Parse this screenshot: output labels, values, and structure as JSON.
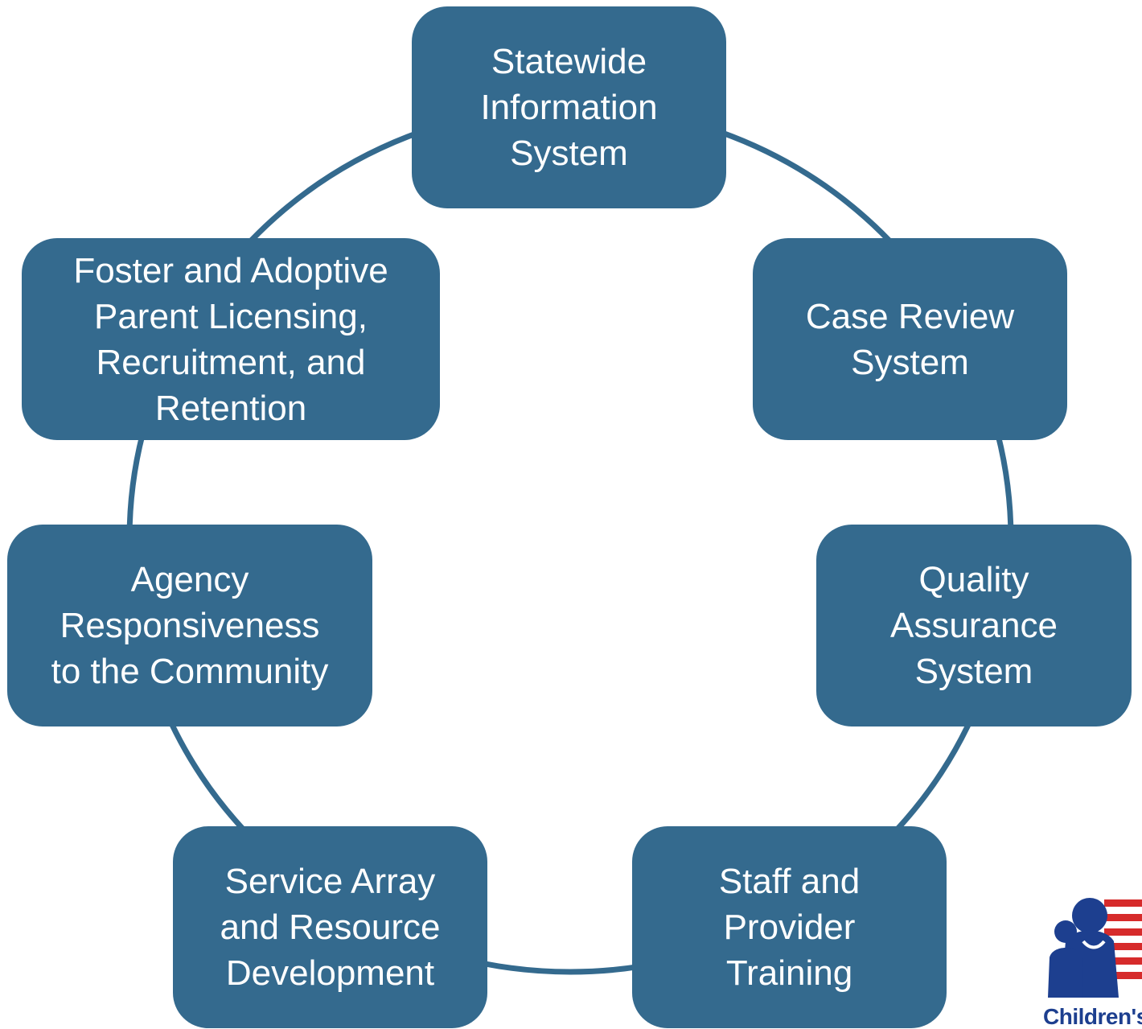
{
  "diagram": {
    "colors": {
      "box": "#346a8e",
      "ring": "#346a8e",
      "text": "#ffffff"
    },
    "nodes": [
      {
        "id": "statewide",
        "label": "Statewide\nInformation\nSystem"
      },
      {
        "id": "case",
        "label": "Case Review\nSystem"
      },
      {
        "id": "quality",
        "label": "Quality\nAssurance\nSystem"
      },
      {
        "id": "staff",
        "label": "Staff and\nProvider\nTraining"
      },
      {
        "id": "service",
        "label": "Service Array\nand Resource\nDevelopment"
      },
      {
        "id": "agency",
        "label": "Agency\nResponsiveness\nto the Community"
      },
      {
        "id": "foster",
        "label": "Foster and Adoptive\nParent Licensing,\nRecruitment, and\nRetention"
      }
    ]
  },
  "logo": {
    "text": "Children's Bureau",
    "colors": {
      "navy": "#1d3f8f",
      "red": "#d62b2b"
    }
  }
}
